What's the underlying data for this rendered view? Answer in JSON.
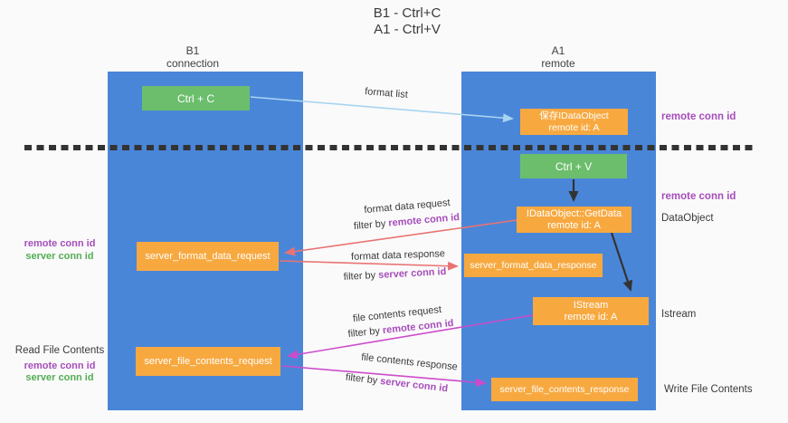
{
  "title": {
    "line1": "B1 - Ctrl+C",
    "line2": "A1 - Ctrl+V"
  },
  "lifelines": {
    "b1": {
      "name": "B1",
      "role": "connection"
    },
    "a1": {
      "name": "A1",
      "role": "remote"
    }
  },
  "nodes": {
    "ctrl_c": {
      "label": "Ctrl + C"
    },
    "save_idataobject": {
      "line1": "保存IDataObject",
      "line2": "remote id: A"
    },
    "ctrl_v": {
      "label": "Ctrl + V"
    },
    "getdata": {
      "line1": "IDataObject::GetData",
      "line2": "remote id: A"
    },
    "server_format_data_request": {
      "label": "server_format_data_request"
    },
    "server_format_data_response": {
      "label": "server_format_data_response"
    },
    "istream": {
      "line1": "IStream",
      "line2": "remote id: A"
    },
    "server_file_contents_request": {
      "label": "server_file_contents_request"
    },
    "server_file_contents_response": {
      "label": "server_file_contents_response"
    }
  },
  "flow_labels": {
    "format_list": "format list",
    "format_data_request": "format data request",
    "filter_by_1_prefix": "filter by ",
    "filter_by_1_key": "remote conn id",
    "format_data_response": "format data response",
    "filter_by_2_prefix": "filter by ",
    "filter_by_2_key": "server conn id",
    "file_contents_request": "file contents request",
    "filter_by_3_prefix": "filter by ",
    "filter_by_3_key": "remote conn id",
    "file_contents_response": "file contents response",
    "filter_by_4_prefix": "filter by ",
    "filter_by_4_key": "server conn id"
  },
  "side_labels": {
    "left_group1": {
      "remote": "remote conn id",
      "server": "server conn id"
    },
    "left_group2": {
      "title": "Read File Contents",
      "remote": "remote conn id",
      "server": "server conn id"
    },
    "right_remote_1": "remote conn id",
    "right_remote_2": "remote conn id",
    "right_dataobject": "DataObject",
    "right_istream": "Istream",
    "right_write": "Write File Contents"
  },
  "colors": {
    "lifeline_blue": "#4a86d8",
    "node_green": "#6cbe6c",
    "node_orange": "#f7a940",
    "arrow_lightblue": "#a8d4f0",
    "arrow_red": "#e97373",
    "arrow_magenta": "#cc4bcb",
    "arrow_black": "#333333",
    "text_purple": "#a64dbb",
    "text_green": "#53ad53",
    "text_dark": "#3a3a3a",
    "background": "#fafafa"
  }
}
